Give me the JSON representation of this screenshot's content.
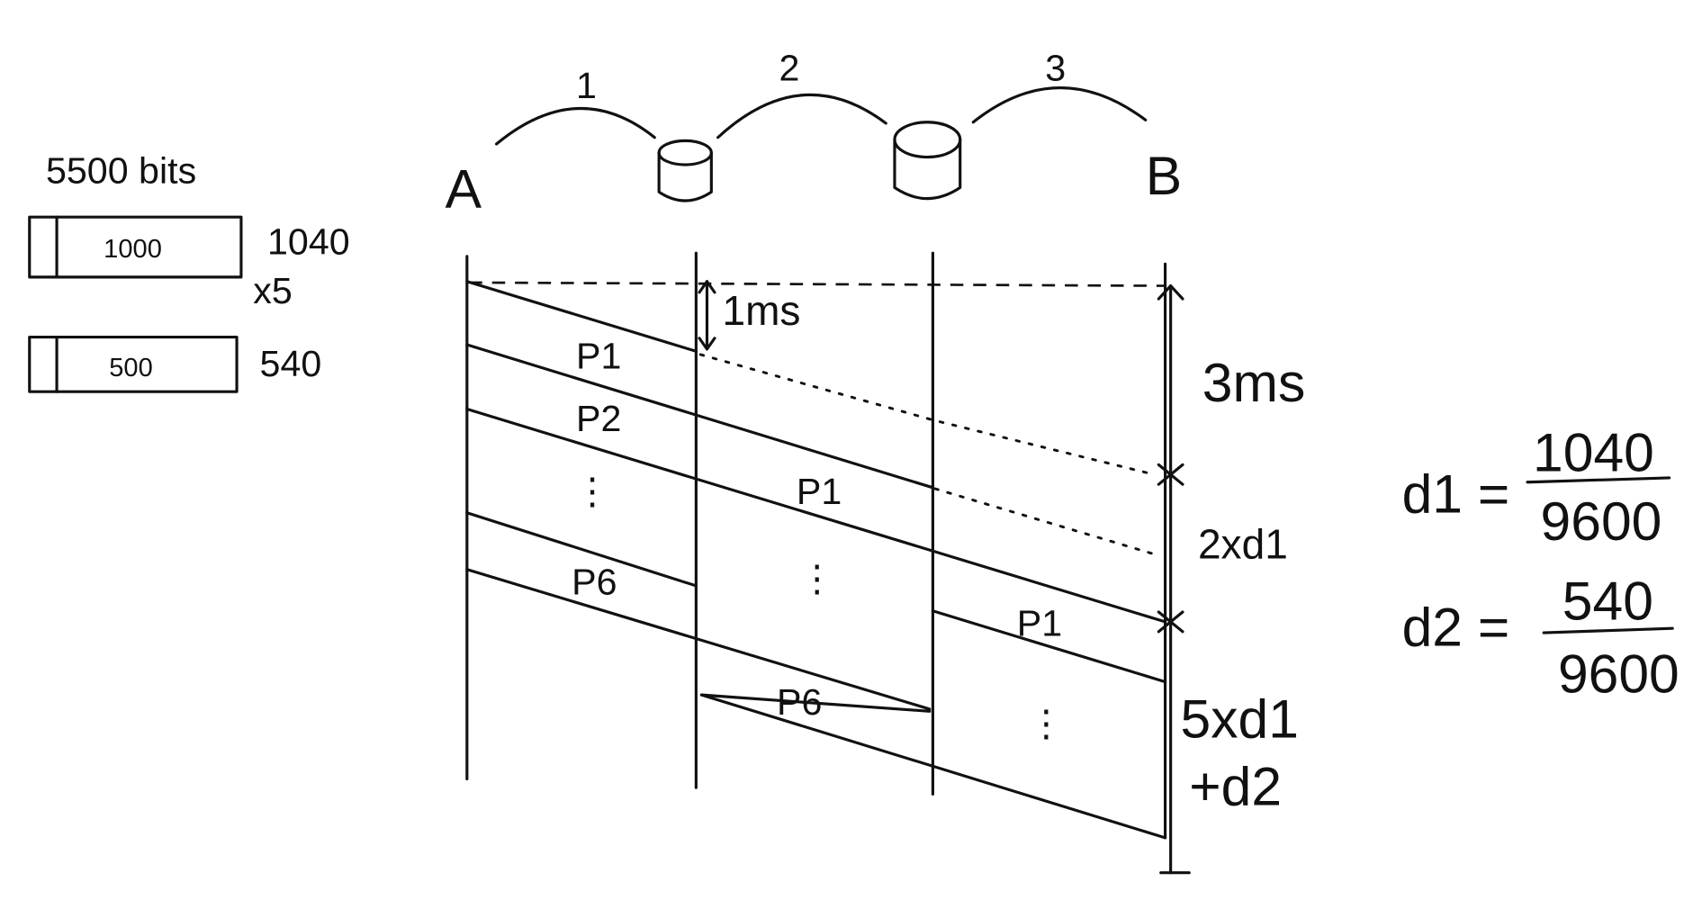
{
  "message": {
    "total": "5500 bits",
    "packet1": {
      "payload": "1000",
      "size": "1040",
      "count": "x5"
    },
    "packet2": {
      "payload": "500",
      "size": "540"
    }
  },
  "topology": {
    "source": "A",
    "destination": "B",
    "links": [
      "1",
      "2",
      "3"
    ]
  },
  "timeline": {
    "prop_delay": "1ms",
    "packets": {
      "a_p1": "P1",
      "a_p2": "P2",
      "a_dots": "⋮",
      "a_p6": "P6",
      "r1_p1": "P1",
      "r1_dots": "⋮",
      "r1_p6": "P6",
      "r2_p1": "P1",
      "r2_dots": "⋮"
    },
    "total_prop": "3ms",
    "store_forward": "2xd1",
    "transmit_a": "5xd1",
    "transmit_b": "+d2"
  },
  "formulas": {
    "d1": {
      "lhs": "d1 =",
      "num": "1040",
      "den": "9600"
    },
    "d2": {
      "lhs": "d2 =",
      "num": "540",
      "den": "9600"
    }
  }
}
